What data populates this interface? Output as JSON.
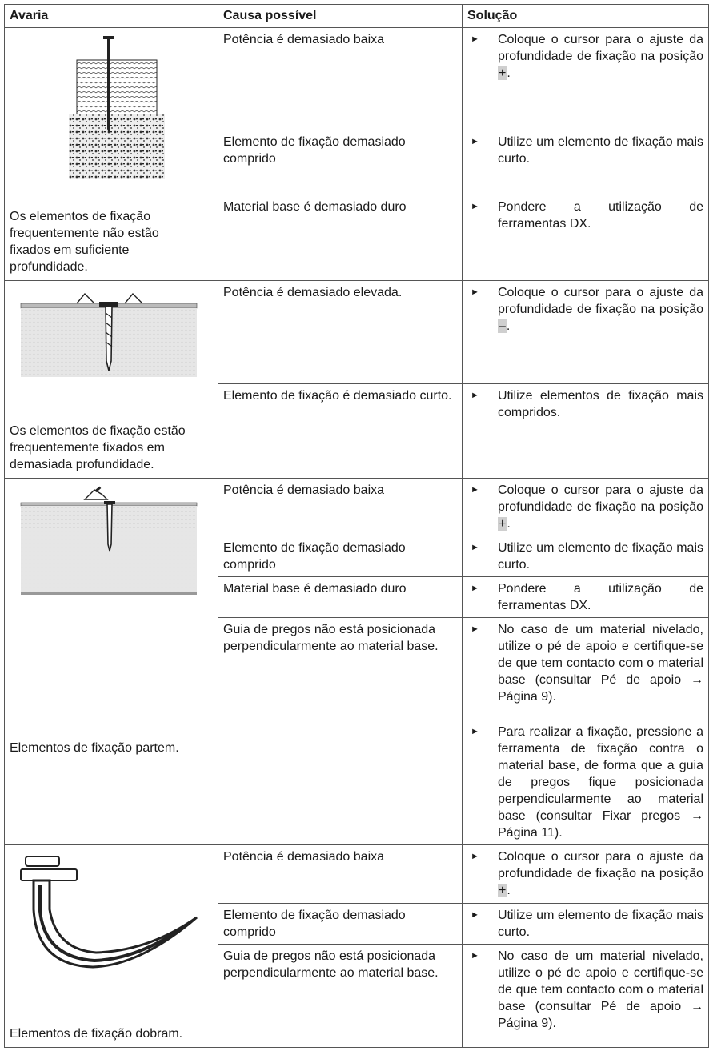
{
  "headers": {
    "fault": "Avaria",
    "cause": "Causa possível",
    "solution": "Solução"
  },
  "bullet": "►",
  "sections": [
    {
      "fault": "Os elementos de fixação frequentemente não estão fixados em suficiente profundidade.",
      "rows": [
        {
          "cause": "Potência é demasiado baixa",
          "solution": "Coloque o cursor para o ajuste da profundidade de fixação na posição",
          "symbol": "+"
        },
        {
          "cause": "Elemento de fixação demasiado comprido",
          "solution": "Utilize um elemento de fixação mais curto."
        },
        {
          "cause": "Material base é demasiado duro",
          "solution": "Pondere a utilização de ferramentas DX."
        }
      ]
    },
    {
      "fault": "Os elementos de fixação estão frequentemente fixados em demasiada profundidade.",
      "rows": [
        {
          "cause": "Potência é demasiado elevada.",
          "solution": "Coloque o cursor para o ajuste da profundidade de fixação na posição",
          "symbol": "–"
        },
        {
          "cause": "Elemento de fixação é demasiado curto.",
          "solution": "Utilize elementos de fixação mais compridos."
        }
      ]
    },
    {
      "fault": "Elementos de fixação partem.",
      "rows": [
        {
          "cause": "Potência é demasiado baixa",
          "solution": "Coloque o cursor para o ajuste da profundidade de fixação na posição",
          "symbol": "+"
        },
        {
          "cause": "Elemento de fixação demasiado comprido",
          "solution": "Utilize um elemento de fixação mais curto."
        },
        {
          "cause": "Material base é demasiado duro",
          "solution": "Pondere a utilização de ferramentas DX."
        },
        {
          "cause": "Guia de pregos não está posicionada perpendicularmente ao material base.",
          "solution": "No caso de um material nivelado, utilize o pé de apoio e certifique-se de que tem contacto com o material base (consultar Pé de apoio → Página 9).",
          "solution2": "Para realizar a fixação, pressione a ferramenta de fixação contra o material base, de forma que a guia de pregos fique posicionada perpendicularmente ao material base (consultar Fixar pregos → Página 11)."
        }
      ]
    },
    {
      "fault": "Elementos de fixação dobram.",
      "rows": [
        {
          "cause": "Potência é demasiado baixa",
          "solution": "Coloque o cursor para o ajuste da profundidade de fixação na posição",
          "symbol": "+"
        },
        {
          "cause": "Elemento de fixação demasiado comprido",
          "solution": "Utilize um elemento de fixação mais curto."
        },
        {
          "cause": "Guia de pregos não está posicionada perpendicularmente ao material base.",
          "solution": "No caso de um material nivelado, utilize o pé de apoio e certifique-se de que tem contacto com o material base (consultar Pé de apoio → Página 9)."
        }
      ]
    }
  ]
}
